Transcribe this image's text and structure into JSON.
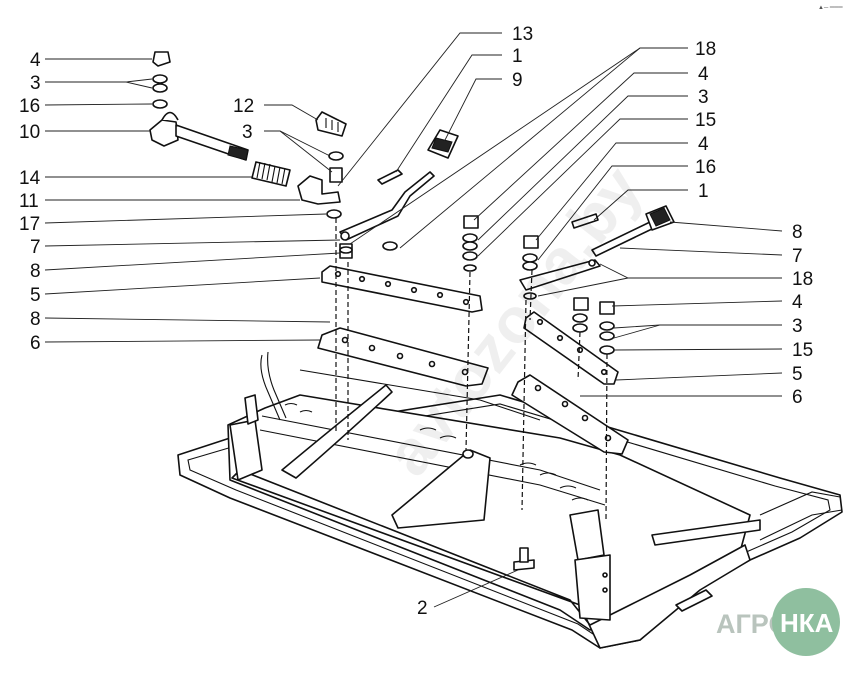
{
  "labels_left": [
    "4",
    "3",
    "16",
    "10",
    "14",
    "11",
    "17",
    "7",
    "8",
    "5",
    "8",
    "6"
  ],
  "labels_center": [
    "12",
    "3"
  ],
  "labels_top": [
    "13",
    "1",
    "9"
  ],
  "labels_right": [
    "18",
    "4",
    "3",
    "15",
    "4",
    "16",
    "1",
    "8",
    "7",
    "18",
    "4",
    "3",
    "15",
    "5",
    "6"
  ],
  "label_bottom": "2",
  "watermark": "avtozona.by",
  "logo": {
    "left": "АГРО",
    "right": "НКА",
    "color": "#8fbf9f"
  },
  "corner_mark": "▲─ ═══"
}
